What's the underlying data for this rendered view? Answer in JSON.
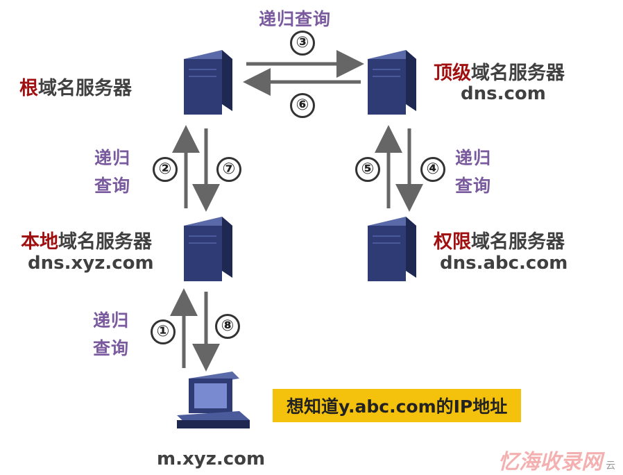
{
  "root": {
    "red": "根",
    "rest": "域名服务器"
  },
  "top_level": {
    "red": "顶级",
    "rest": "域名服务器",
    "host": "dns.com"
  },
  "local": {
    "red": "本地",
    "rest": "域名服务器",
    "host": "dns.xyz.com"
  },
  "authoritative": {
    "red": "权限",
    "rest": "域名服务器",
    "host": "dns.abc.com"
  },
  "client": {
    "host": "m.xyz.com"
  },
  "labels": {
    "recursive_top": "递归查询",
    "recursive_1a": "递归",
    "recursive_1b": "查询",
    "recursive_2a": "递归",
    "recursive_2b": "查询",
    "recursive_4a": "递归",
    "recursive_4b": "查询"
  },
  "steps": [
    "①",
    "②",
    "③",
    "④",
    "⑤",
    "⑥",
    "⑦",
    "⑧"
  ],
  "note": "想知道y.abc.com的IP地址",
  "watermark": {
    "logo": "忆海收录网",
    "small": "云"
  },
  "colors": {
    "accent_red": "#a01010",
    "purple": "#7a5a9e",
    "note_bg": "#f4c20d",
    "server": "#2f3b74"
  }
}
